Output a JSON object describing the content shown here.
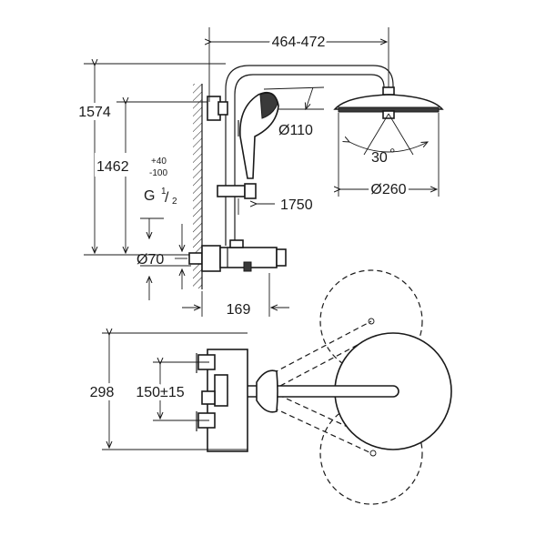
{
  "dimensions": {
    "arm_width": "464-472",
    "total_height": "1574",
    "bar_height_base": "1462",
    "bar_height_tol_plus": "+40",
    "bar_height_tol_minus": "-100",
    "thread": "G",
    "thread_num": "1",
    "thread_den": "2",
    "flange_dia": "Ø70",
    "hand_shower_dia": "Ø110",
    "hose_length": "1750",
    "head_angle": "30",
    "head_angle_unit": "°",
    "head_dia": "Ø260",
    "spout_reach": "169",
    "depth": "298",
    "inlet_spacing": "150±15"
  }
}
